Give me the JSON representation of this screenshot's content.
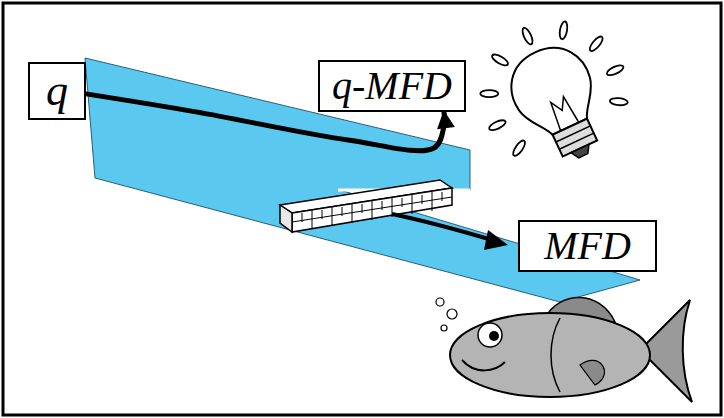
{
  "diagram": {
    "nodes": [
      {
        "text": [
          "q"
        ]
      },
      {
        "text": [
          "q-MFD"
        ]
      },
      {
        "text": [
          "MFD"
        ]
      }
    ],
    "edges": [
      {
        "from": 0,
        "to": 1,
        "arrow": "to"
      }
    ]
  }
}
